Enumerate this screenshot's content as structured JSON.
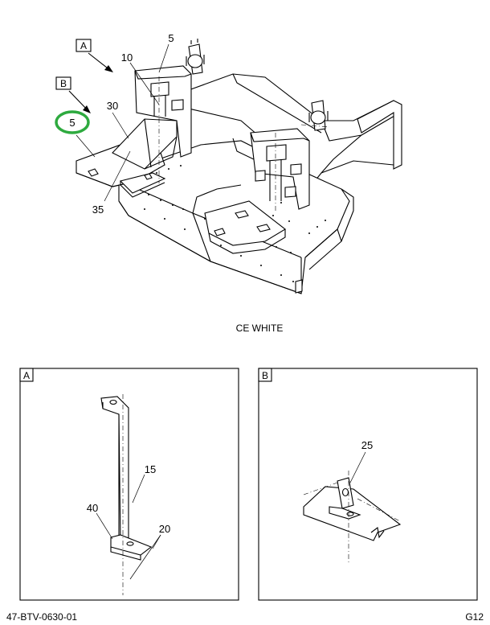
{
  "main_view": {
    "view_a_label": "A",
    "view_b_label": "B",
    "callout_5_top": "5",
    "callout_10": "10",
    "callout_30": "30",
    "callout_5_circled": "5",
    "callout_35": "35",
    "caption": "CE WHITE"
  },
  "detail_a": {
    "label": "A",
    "callout_15": "15",
    "callout_40": "40",
    "callout_20": "20"
  },
  "detail_b": {
    "label": "B",
    "callout_25": "25"
  },
  "footer": {
    "drawing_number": "47-BTV-0630-01",
    "sheet_code": "G12"
  },
  "colors": {
    "highlight_circle": "#2eaa3f",
    "line": "#000000",
    "background": "#ffffff"
  }
}
